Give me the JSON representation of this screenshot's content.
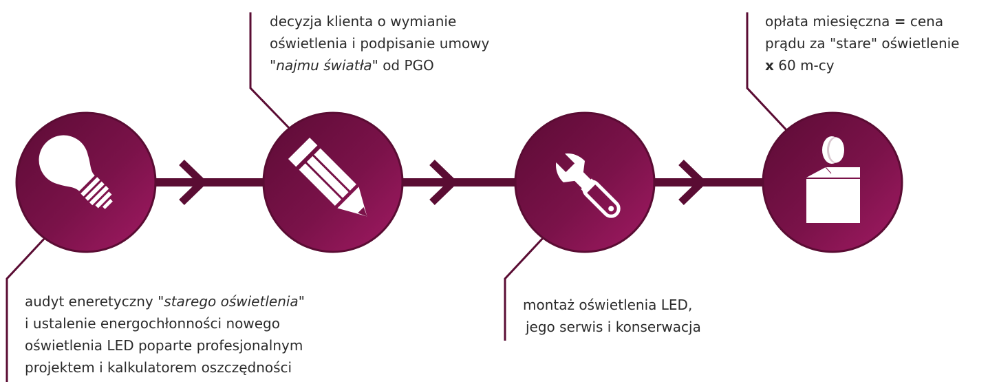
{
  "colors": {
    "primary": "#6e1040",
    "gradient_light": "#a11a63",
    "connector": "#5a0c33",
    "icon": "#ffffff",
    "text": "#2b2b2b"
  },
  "steps": [
    {
      "icon": "lightbulb-icon",
      "caption": {
        "line1_a": "audyt eneretyczny \"",
        "line1_em": "starego oświetlenia",
        "line1_b": "\"",
        "line2": "i ustalenie energochłonności nowego",
        "line3": "oświetlenia LED poparte profesjonalnym",
        "line4": "projektem i kalkulatorem oszczędności"
      }
    },
    {
      "icon": "pencil-icon",
      "caption": {
        "line1": "decyzja klienta o wymianie",
        "line2": "oświetlenia i podpisanie umowy",
        "line3_a": "\"",
        "line3_em": "najmu światła",
        "line3_b": "\" od PGO"
      }
    },
    {
      "icon": "wrench-icon",
      "caption": {
        "line1": "montaż oświetlenia LED,",
        "line2": "jego serwis i konserwacja"
      }
    },
    {
      "icon": "coin-box-icon",
      "caption": {
        "line1_a": "opłata miesięczna ",
        "line1_bold": "=",
        "line1_b": " cena",
        "line2": "prądu za \"stare\" oświetlenie",
        "line3_bold": "x",
        "line3_b": " 60 m-cy"
      }
    }
  ]
}
